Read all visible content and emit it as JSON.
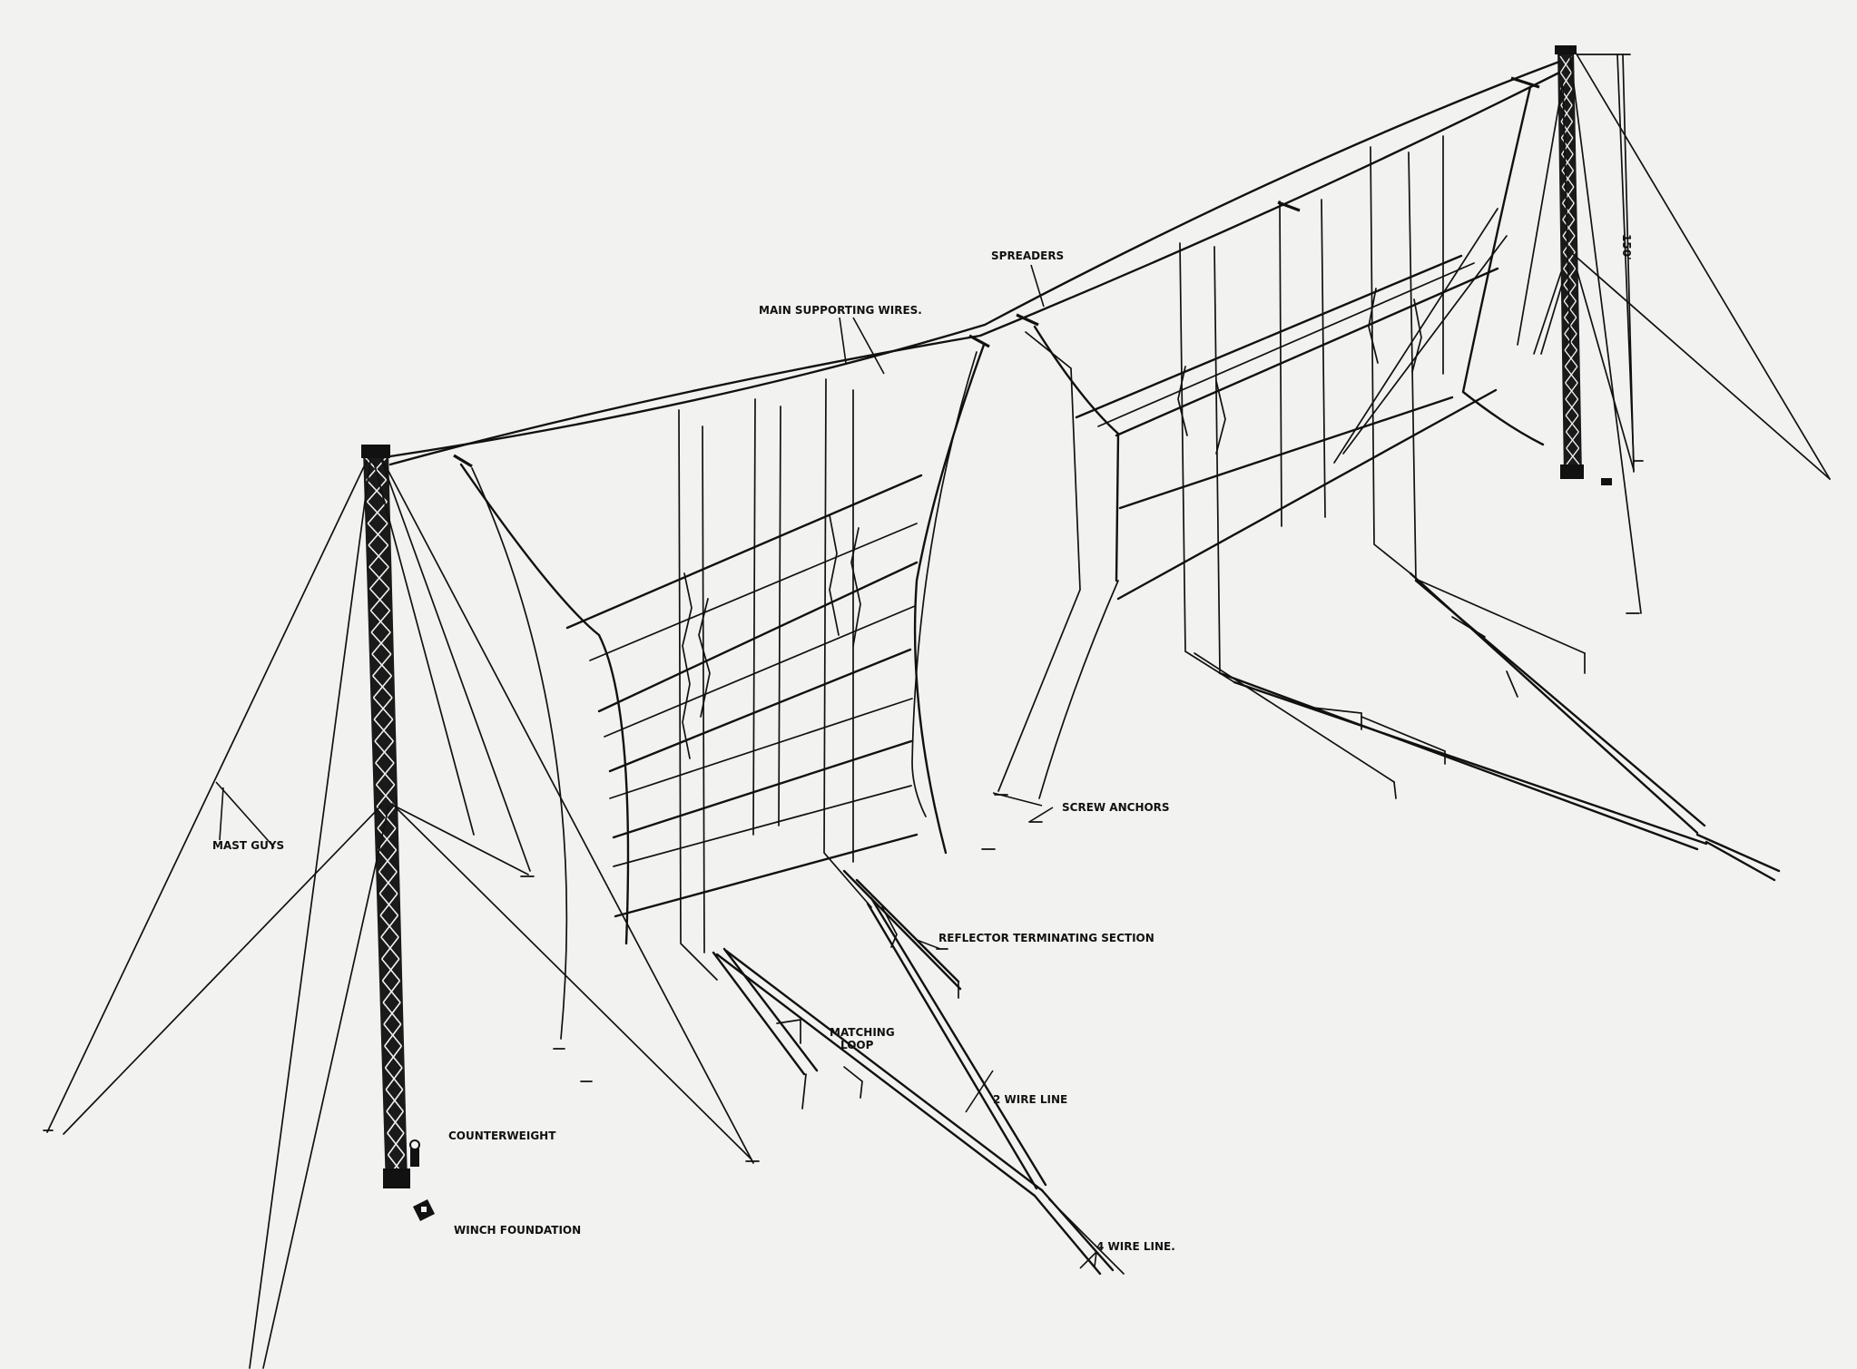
{
  "labels": {
    "main_supporting_wires": "MAIN SUPPORTING WIRES.",
    "spreaders": "SPREADERS",
    "mast_guys": "MAST GUYS",
    "screw_anchors": "SCREW ANCHORS",
    "reflector_terminating_section": "REFLECTOR TERMINATING SECTION",
    "matching_loop_1": "MATCHING",
    "matching_loop_2": "LOOP",
    "two_wire_line": "2 WIRE LINE",
    "four_wire_line": "4 WIRE LINE.",
    "counterweight": "COUNTERWEIGHT",
    "winch_foundation": "WINCH FOUNDATION",
    "height_dim": "150'"
  },
  "colors": {
    "ink": "#111111",
    "paper": "#f2f2f0"
  }
}
